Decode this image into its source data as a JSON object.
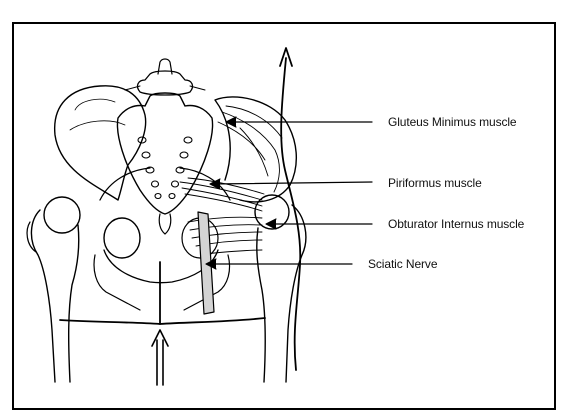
{
  "labels": {
    "gluteus_minimus": "Gluteus Minimus muscle",
    "piriformus": "Piriformus muscle",
    "obturator_internus": "Obturator Internus muscle",
    "sciatic_nerve": "Sciatic Nerve"
  },
  "colors": {
    "line": "#000000",
    "nerve_fill": "#d4d4d4",
    "background": "#ffffff"
  }
}
